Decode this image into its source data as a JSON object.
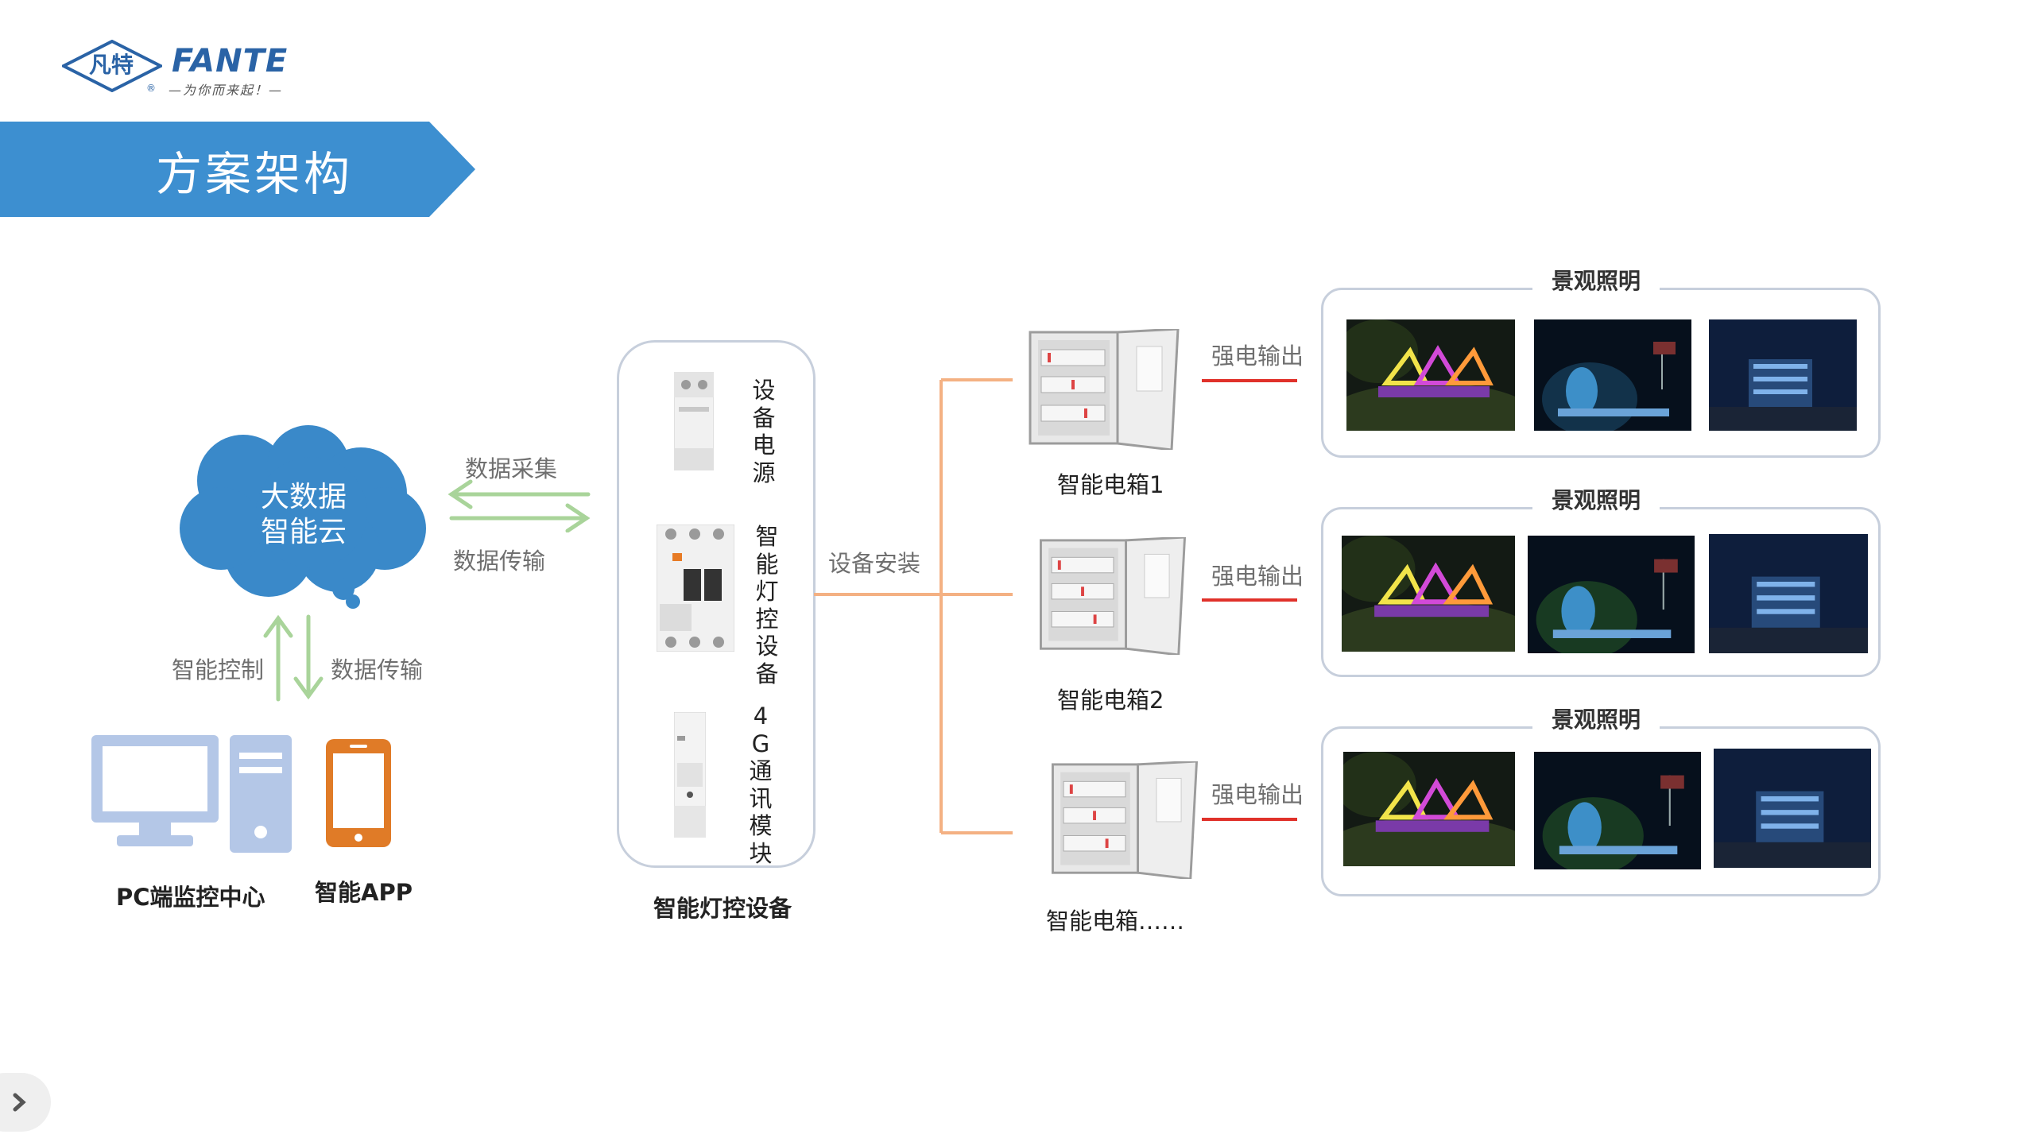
{
  "brand": {
    "cn_name": "凡特",
    "en_name": "FANTE",
    "slogan": "—为你而来起！—",
    "registered": "®"
  },
  "page_title": "方案架构",
  "cloud": {
    "line1": "大数据",
    "line2": "智能云"
  },
  "arrows": {
    "data_collect": "数据采集",
    "data_transfer_h": "数据传输",
    "smart_control": "智能控制",
    "data_transfer_v": "数据传输"
  },
  "clients": {
    "pc_label": "PC端监控中心",
    "app_label": "智能APP"
  },
  "device_column": {
    "caption": "智能灯控设备",
    "modules": [
      "设备电源",
      "智能灯控设备",
      "4G通讯模块"
    ]
  },
  "install_label": "设备安装",
  "boxes": [
    {
      "label": "智能电箱1",
      "output": "强电输出",
      "panel_title": "景观照明"
    },
    {
      "label": "智能电箱2",
      "output": "强电输出",
      "panel_title": "景观照明"
    },
    {
      "label": "智能电箱……",
      "output": "强电输出",
      "panel_title": "景观照明"
    }
  ],
  "colors": {
    "banner": "#3d8fd0",
    "cloud": "#3a89c9",
    "arrow_green": "#a9d49a",
    "tree_orange": "#f4b183",
    "output_red": "#e0312a",
    "device_blue": "#b4c7e7",
    "app_orange": "#e07b27"
  }
}
